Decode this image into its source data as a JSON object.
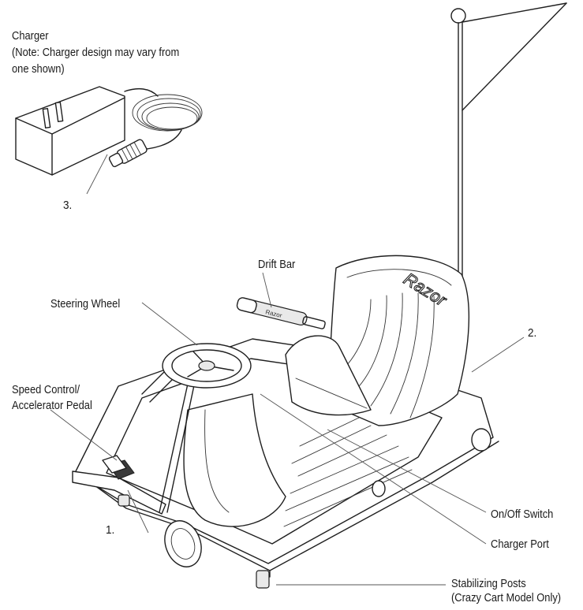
{
  "labels": {
    "charger_title": "Charger",
    "charger_note_1": "(Note: Charger design may vary from",
    "charger_note_2": "one shown)",
    "drift_bar": "Drift Bar",
    "steering_wheel": "Steering Wheel",
    "speed_control_1": "Speed Control/",
    "speed_control_2": "Accelerator Pedal",
    "on_off_switch": "On/Off Switch",
    "charger_port": "Charger Port",
    "stabilizing_posts_1": "Stabilizing Posts",
    "stabilizing_posts_2": "(Crazy Cart Model Only)"
  },
  "callouts": {
    "one": "1.",
    "two": "2.",
    "three": "3."
  },
  "brand": {
    "seat_logo": "Razor",
    "drift_bar_logo": "Razor"
  },
  "icons": {
    "flag": "flag-icon",
    "charger": "charger-icon",
    "cart": "drift-cart-icon"
  }
}
